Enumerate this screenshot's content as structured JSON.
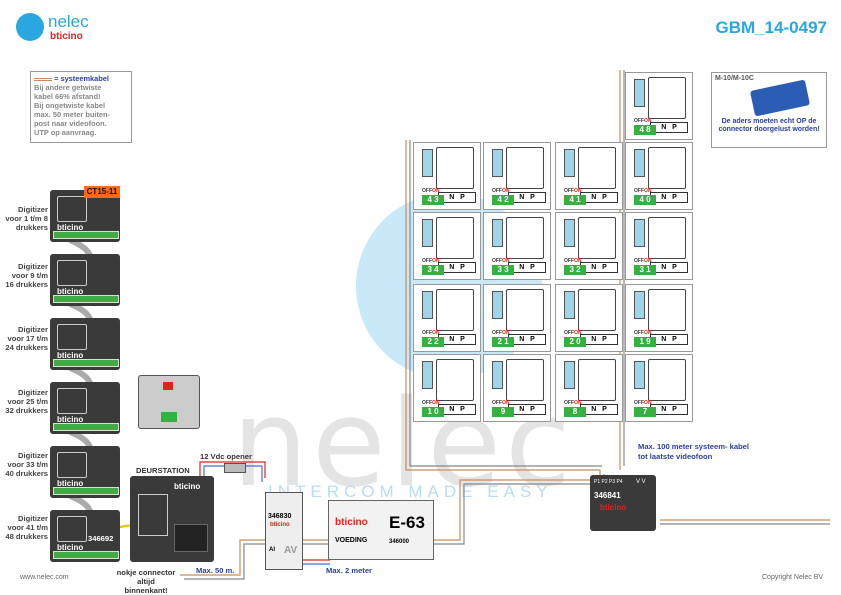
{
  "brand": {
    "name": "nelec",
    "sub": "bticino"
  },
  "doc_id": "GBM_14-0497",
  "note": {
    "legend_sym": "=",
    "lines": [
      "systeemkabel",
      "Bij andere getwiste",
      "kabel 66% afstand!",
      "Bij ongetwiste kabel",
      "max. 50 meter buiten-",
      "post naar videofoon.",
      "UTP op aanvraag."
    ]
  },
  "digitizers": [
    {
      "label": "Digitizer voor 1 t/m 8 drukkers"
    },
    {
      "label": "Digitizer voor 9 t/m 16 drukkers"
    },
    {
      "label": "Digitizer voor 17 t/m 24 drukkers"
    },
    {
      "label": "Digitizer voor 25 t/m 32 drukkers"
    },
    {
      "label": "Digitizer voor 33 t/m 40 drukkers"
    },
    {
      "label": "Digitizer voor 41 t/m 48 drukkers"
    }
  ],
  "labels": {
    "ct": "CT15-11",
    "digit_brand": "bticino",
    "deurstation": "DEURSTATION",
    "opener": "12 Vdc opener",
    "part_346692": "346692",
    "nokje": "nokje connector altijd binnenkant!",
    "max50": "Max. 50 m.",
    "max2": "Max. 2 meter",
    "part_346830": "346830",
    "brand_small": "bticino",
    "e63": "E-63",
    "voeding": "VOEDING",
    "part_346000": "346000",
    "max100": "Max. 100 meter systeem- kabel tot laatste videofoon",
    "part_346841": "346841",
    "connector": "M-10/M-10C",
    "connector_note": "De aders moeten echt OP de connector doorgelust worden!",
    "p_labels": "P1 P2 P3 P4",
    "vv": "V V",
    "website": "www.nelec.com",
    "copyright": "Copyright Nelec BV",
    "watermark": "nelec",
    "watermark_sub": "INTERCOM MADE EASY",
    "np_n": "N",
    "np_p": "P",
    "off": "OFF",
    "on": "ON",
    "ai": "AI",
    "av": "AV"
  },
  "units": [
    {
      "num": "4 8"
    },
    {
      "num": "4 3"
    },
    {
      "num": "4 2"
    },
    {
      "num": "4 1"
    },
    {
      "num": "4 0"
    },
    {
      "num": "3 4"
    },
    {
      "num": "3 3"
    },
    {
      "num": "3 2"
    },
    {
      "num": "3 1"
    },
    {
      "num": "2 2"
    },
    {
      "num": "2 1"
    },
    {
      "num": "2 0"
    },
    {
      "num": "1 9"
    },
    {
      "num": "1 0"
    },
    {
      "num": "9"
    },
    {
      "num": "8"
    },
    {
      "num": "7"
    }
  ],
  "colors": {
    "accent": "#2aa7e0",
    "green": "#35b041",
    "red": "#e2231a",
    "navy": "#2c3e9c"
  }
}
